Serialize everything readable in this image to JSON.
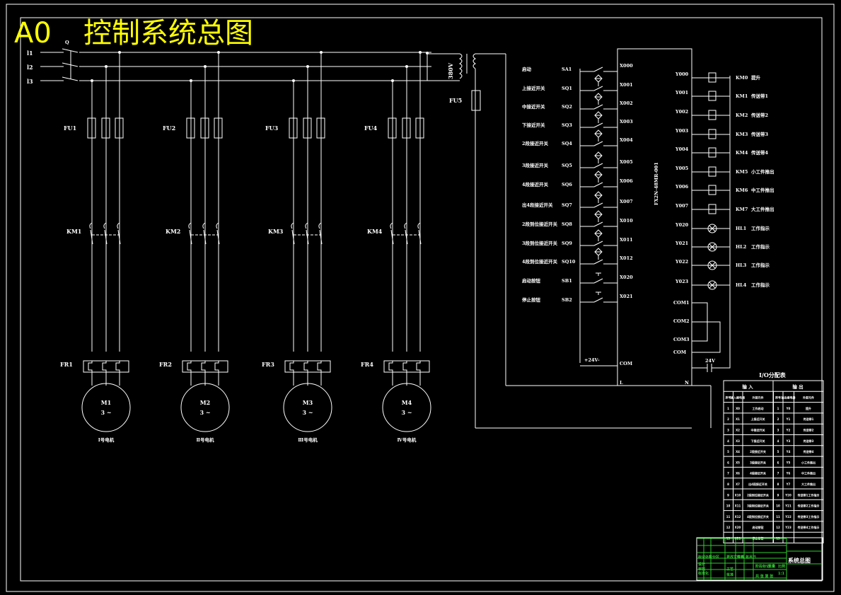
{
  "title": {
    "prefix": "A0",
    "text": "控制系统总图"
  },
  "main_switch": "Q",
  "phases": [
    "l1",
    "l2",
    "l3"
  ],
  "transformer": {
    "voltage": "380V",
    "fuse": "FU5"
  },
  "motor_circuits": [
    {
      "fuse": "FU1",
      "contactor": "KM1",
      "relay": "FR1",
      "motor": "M1",
      "phase": "3 ~",
      "caption": "Ⅰ号电机"
    },
    {
      "fuse": "FU2",
      "contactor": "KM2",
      "relay": "FR2",
      "motor": "M2",
      "phase": "3 ~",
      "caption": "Ⅱ号电机"
    },
    {
      "fuse": "FU3",
      "contactor": "KM3",
      "relay": "FR3",
      "motor": "M3",
      "phase": "3 ~",
      "caption": "Ⅲ号电机"
    },
    {
      "fuse": "FU4",
      "contactor": "KM4",
      "relay": "FR4",
      "motor": "M4",
      "phase": "3 ~",
      "caption": "Ⅳ号电机"
    }
  ],
  "plc": {
    "model": "FX2N-48MR-001",
    "supply": "+24V-",
    "com_in": "COM",
    "l": "L",
    "n": "N",
    "dc": "24V",
    "inputs": [
      {
        "desc": "启动",
        "code": "SA1",
        "addr": "X000"
      },
      {
        "desc": "上接近开关",
        "code": "SQ1",
        "addr": "X001"
      },
      {
        "desc": "中接近开关",
        "code": "SQ2",
        "addr": "X002"
      },
      {
        "desc": "下接近开关",
        "code": "SQ3",
        "addr": "X003"
      },
      {
        "desc": "2段接近开关",
        "code": "SQ4",
        "addr": "X004"
      },
      {
        "desc": "3段接近开关",
        "code": "SQ5",
        "addr": "X005"
      },
      {
        "desc": "4段接近开关",
        "code": "SQ6",
        "addr": "X006"
      },
      {
        "desc": "出4段接近开关",
        "code": "SQ7",
        "addr": "X007"
      },
      {
        "desc": "2段到位接近开关",
        "code": "SQ8",
        "addr": "X010"
      },
      {
        "desc": "3段到位接近开关",
        "code": "SQ9",
        "addr": "X011"
      },
      {
        "desc": "4段到位接近开关",
        "code": "SQ10",
        "addr": "X012"
      },
      {
        "desc": "启动按钮",
        "code": "SB1",
        "addr": "X020"
      },
      {
        "desc": "停止按钮",
        "code": "SB2",
        "addr": "X021"
      }
    ],
    "outputs": [
      {
        "addr": "Y000",
        "code": "KM0",
        "desc": "提升"
      },
      {
        "addr": "Y001",
        "code": "KM1",
        "desc": "传送带1"
      },
      {
        "addr": "Y002",
        "code": "KM2",
        "desc": "传送带2"
      },
      {
        "addr": "Y003",
        "code": "KM3",
        "desc": "传送带3"
      },
      {
        "addr": "Y004",
        "code": "KM4",
        "desc": "传送带4"
      },
      {
        "addr": "Y005",
        "code": "KM5",
        "desc": "小工件推出"
      },
      {
        "addr": "Y006",
        "code": "KM6",
        "desc": "中工件推出"
      },
      {
        "addr": "Y007",
        "code": "KM7",
        "desc": "大工件推出"
      },
      {
        "addr": "Y020",
        "code": "HL1",
        "desc": "工作指示"
      },
      {
        "addr": "Y021",
        "code": "HL2",
        "desc": "工作指示"
      },
      {
        "addr": "Y022",
        "code": "HL3",
        "desc": "工作指示"
      },
      {
        "addr": "Y023",
        "code": "HL4",
        "desc": "工作指示"
      }
    ],
    "com_terminals": [
      "COM1",
      "COM2",
      "COM3",
      "COM"
    ]
  },
  "io_table": {
    "title": "I/O分配表",
    "input_header": "输 入",
    "output_header": "输 出",
    "columns": [
      "序号",
      "输入继电器",
      "外部元件",
      "序号",
      "输出继电器",
      "外部元件"
    ],
    "rows": [
      [
        "1",
        "X0",
        "工作启动",
        "1",
        "Y0",
        "提升"
      ],
      [
        "2",
        "X1",
        "上接近开关",
        "2",
        "Y1",
        "传送带1"
      ],
      [
        "3",
        "X2",
        "中接近开关",
        "3",
        "Y2",
        "传送带2"
      ],
      [
        "4",
        "X3",
        "下接近开关",
        "4",
        "Y3",
        "传送带3"
      ],
      [
        "5",
        "X4",
        "2段接近开关",
        "5",
        "Y4",
        "传送带4"
      ],
      [
        "6",
        "X5",
        "3段接近开关",
        "6",
        "Y5",
        "小工件推出"
      ],
      [
        "7",
        "X6",
        "4段接近开关",
        "7",
        "Y6",
        "中工件推出"
      ],
      [
        "8",
        "X7",
        "出4段接近开关",
        "8",
        "Y7",
        "大工件推出"
      ],
      [
        "9",
        "X10",
        "2段到位接近开关",
        "9",
        "Y20",
        "传送带1工作指示"
      ],
      [
        "10",
        "X11",
        "3段到位接近开关",
        "10",
        "Y21",
        "传送带2工作指示"
      ],
      [
        "11",
        "X12",
        "4段到位接近开关",
        "11",
        "Y22",
        "传送带3工作指示"
      ],
      [
        "12",
        "X20",
        "启动按钮",
        "12",
        "Y23",
        "传送带4工作指示"
      ],
      [
        "13",
        "X21",
        "停止按钮",
        "13",
        "",
        ""
      ]
    ]
  },
  "title_block": {
    "drawing_name": "系统总图",
    "labels": [
      "标记",
      "处数",
      "分区",
      "更改文件号",
      "签名",
      "年月日",
      "设计",
      "标准化",
      "阶段标记",
      "重量",
      "比例",
      "审核",
      "工艺",
      "批准",
      "共 张 第 张"
    ],
    "scale": "1:1"
  }
}
